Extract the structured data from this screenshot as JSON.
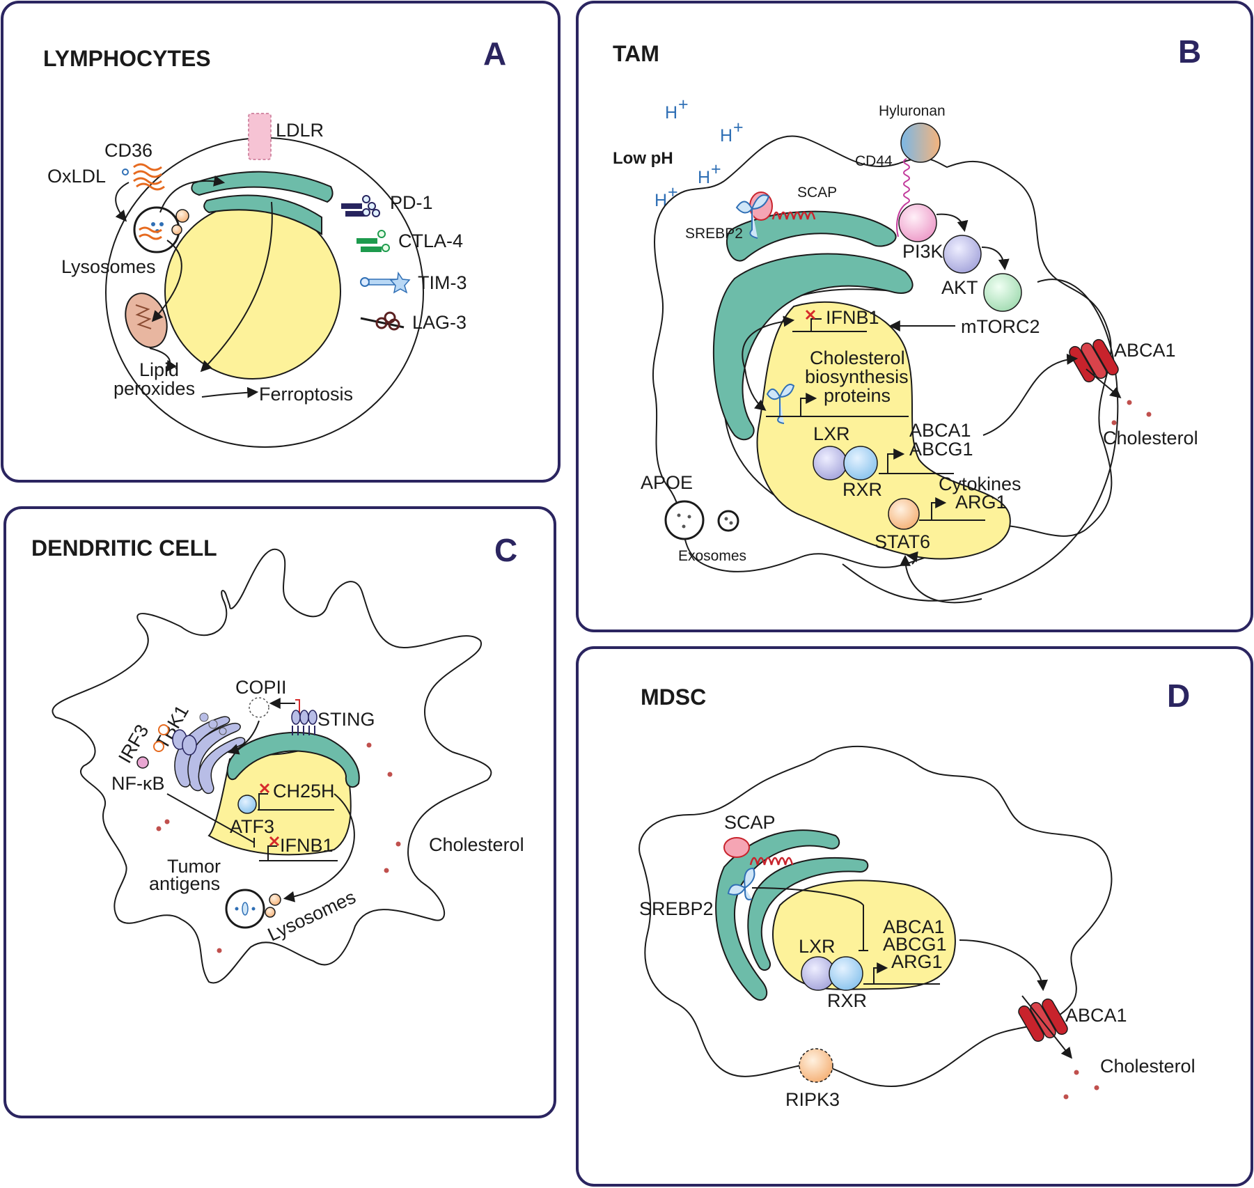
{
  "panels": {
    "a": {
      "title": "LYMPHOCYTES",
      "letter": "A",
      "labels": {
        "ldlr": "LDLR",
        "cd36": "CD36",
        "oxldl": "OxLDL",
        "pd1": "PD-1",
        "ctla4": "CTLA-4",
        "tim3": "TIM-3",
        "lag3": "LAG-3",
        "lysosomes": "Lysosomes",
        "lipid": "Lipid",
        "peroxides": "peroxides",
        "ferroptosis": "Ferroptosis"
      }
    },
    "b": {
      "title": "TAM",
      "letter": "B",
      "labels": {
        "hplus": "H",
        "plus": "+",
        "low_ph": "Low pH",
        "hyaluronan": "Hyluronan",
        "cd44": "CD44",
        "scap": "SCAP",
        "srebp2": "SREBP2",
        "pi3k": "PI3K",
        "akt": "AKT",
        "mtorc2": "mTORC2",
        "ifnb1": "IFNB1",
        "chol_bio_1": "Cholesterol",
        "chol_bio_2": "biosynthesis",
        "chol_bio_3": "proteins",
        "abca1": "ABCA1",
        "abcg1": "ABCG1",
        "lxr": "LXR",
        "rxr": "RXR",
        "cytokines": "Cytokines",
        "arg1": "ARG1",
        "stat6": "STAT6",
        "apoe": "APOE",
        "exosomes": "Exosomes",
        "abca1_mem": "ABCA1",
        "cholesterol": "Cholesterol"
      }
    },
    "c": {
      "title": "DENDRITIC CELL",
      "letter": "C",
      "labels": {
        "copii": "COPII",
        "sting": "STING",
        "irf3": "IRF3",
        "tbk1": "TBK1",
        "nfkb": "NF-κB",
        "ch25h": "CH25H",
        "atf3": "ATF3",
        "ifnb1": "IFNB1",
        "tumor": "Tumor",
        "antigens": "antigens",
        "lysosomes": "Lysosomes",
        "cholesterol": "Cholesterol"
      }
    },
    "d": {
      "title": "MDSC",
      "letter": "D",
      "labels": {
        "scap": "SCAP",
        "srebp2": "SREBP2",
        "abca1": "ABCA1",
        "abcg1": "ABCG1",
        "arg1": "ARG1",
        "lxr": "LXR",
        "rxr": "RXR",
        "abca1_mem": "ABCA1",
        "cholesterol": "Cholesterol",
        "ripk3": "RIPK3"
      }
    }
  },
  "colors": {
    "border": "#2b2560",
    "nucleus": "#fdf29a",
    "er": "#6dbca9",
    "cholesterol": "#c0504d",
    "abca1": "#c8232c",
    "hplus": "#2f6fb5"
  }
}
